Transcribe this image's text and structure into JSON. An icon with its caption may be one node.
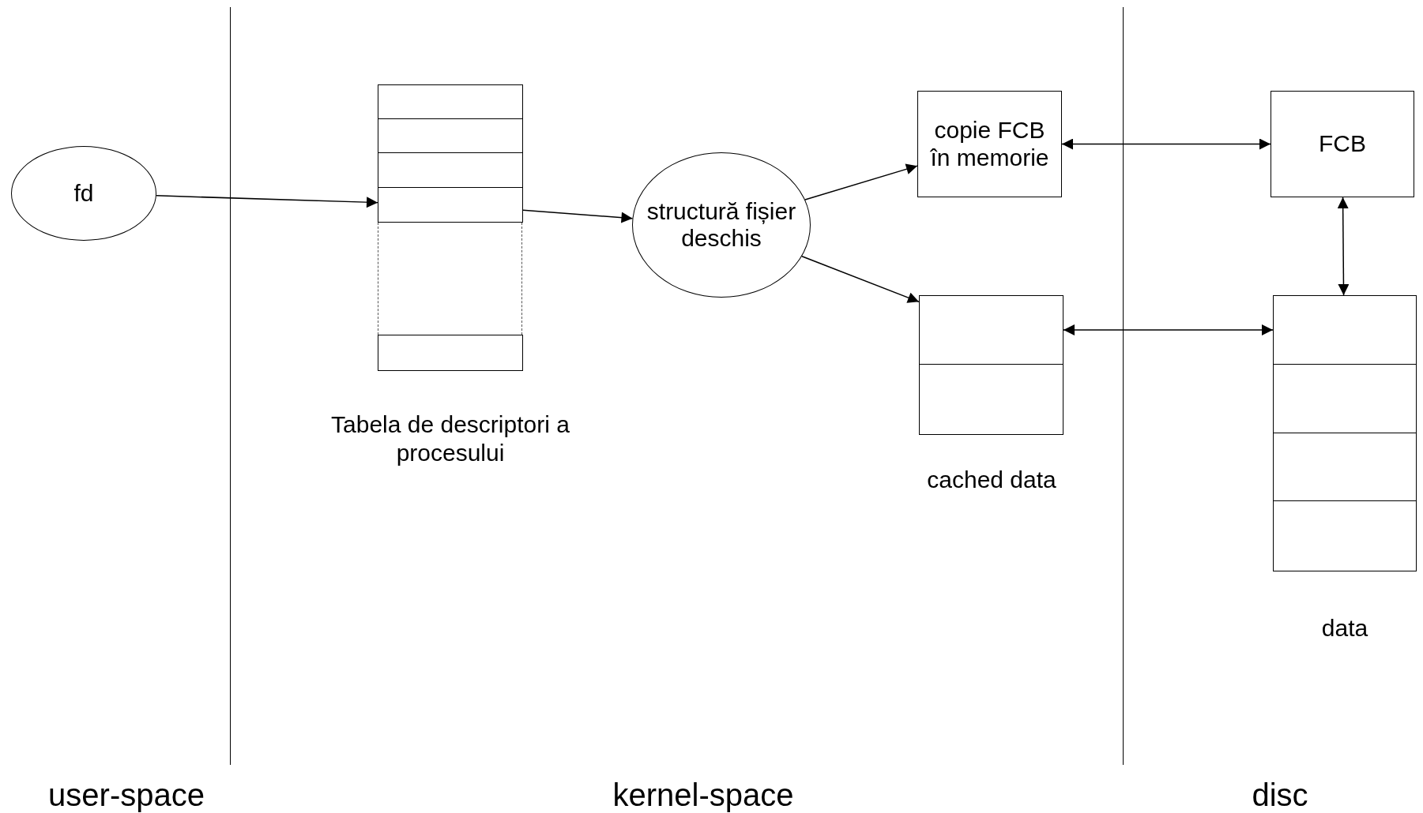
{
  "diagram": {
    "nodes": [
      {
        "text": [
          "fd"
        ]
      },
      {
        "text": [],
        "shape": "box",
        "beside": [
          "Tabela de descriptori a procesului"
        ]
      },
      {
        "text": [],
        "shape": "box",
        "in": 1
      },
      {
        "text": [],
        "shape": "box",
        "in": 1
      },
      {
        "text": [],
        "shape": "box",
        "in": 1
      },
      {
        "text": [],
        "shape": "box",
        "in": 1
      },
      {
        "text": [],
        "shape": "box",
        "in": 1
      },
      {
        "text": [
          "structură fișier deschis"
        ]
      },
      {
        "text": [
          "copie FCB în memorie"
        ]
      },
      {
        "text": [],
        "shape": "box",
        "beside": [
          "cached data"
        ]
      },
      {
        "text": [],
        "shape": "box",
        "in": 9
      },
      {
        "text": [],
        "shape": "box",
        "in": 9
      },
      {
        "text": [
          "FCB"
        ]
      },
      {
        "text": [],
        "shape": "box",
        "beside": [
          "data"
        ]
      },
      {
        "text": [],
        "shape": "box",
        "in": 13
      },
      {
        "text": [],
        "shape": "box",
        "in": 13
      },
      {
        "text": [],
        "shape": "box",
        "in": 13
      },
      {
        "text": [],
        "shape": "box",
        "in": 13
      }
    ],
    "edges": [
      {
        "from": 0,
        "to": 5,
        "arrow": "to"
      },
      {
        "from": 5,
        "to": 7,
        "arrow": "to"
      },
      {
        "from": 7,
        "to": 8,
        "arrow": "to"
      },
      {
        "from": 7,
        "to": 10,
        "arrow": "to"
      },
      {
        "from": 8,
        "to": 12,
        "arrow": "both"
      },
      {
        "from": 10,
        "to": 14,
        "arrow": "both"
      },
      {
        "from": 12,
        "to": 13,
        "arrow": "both"
      }
    ],
    "labels": [
      "user-space",
      "kernel-space",
      "disc"
    ]
  }
}
